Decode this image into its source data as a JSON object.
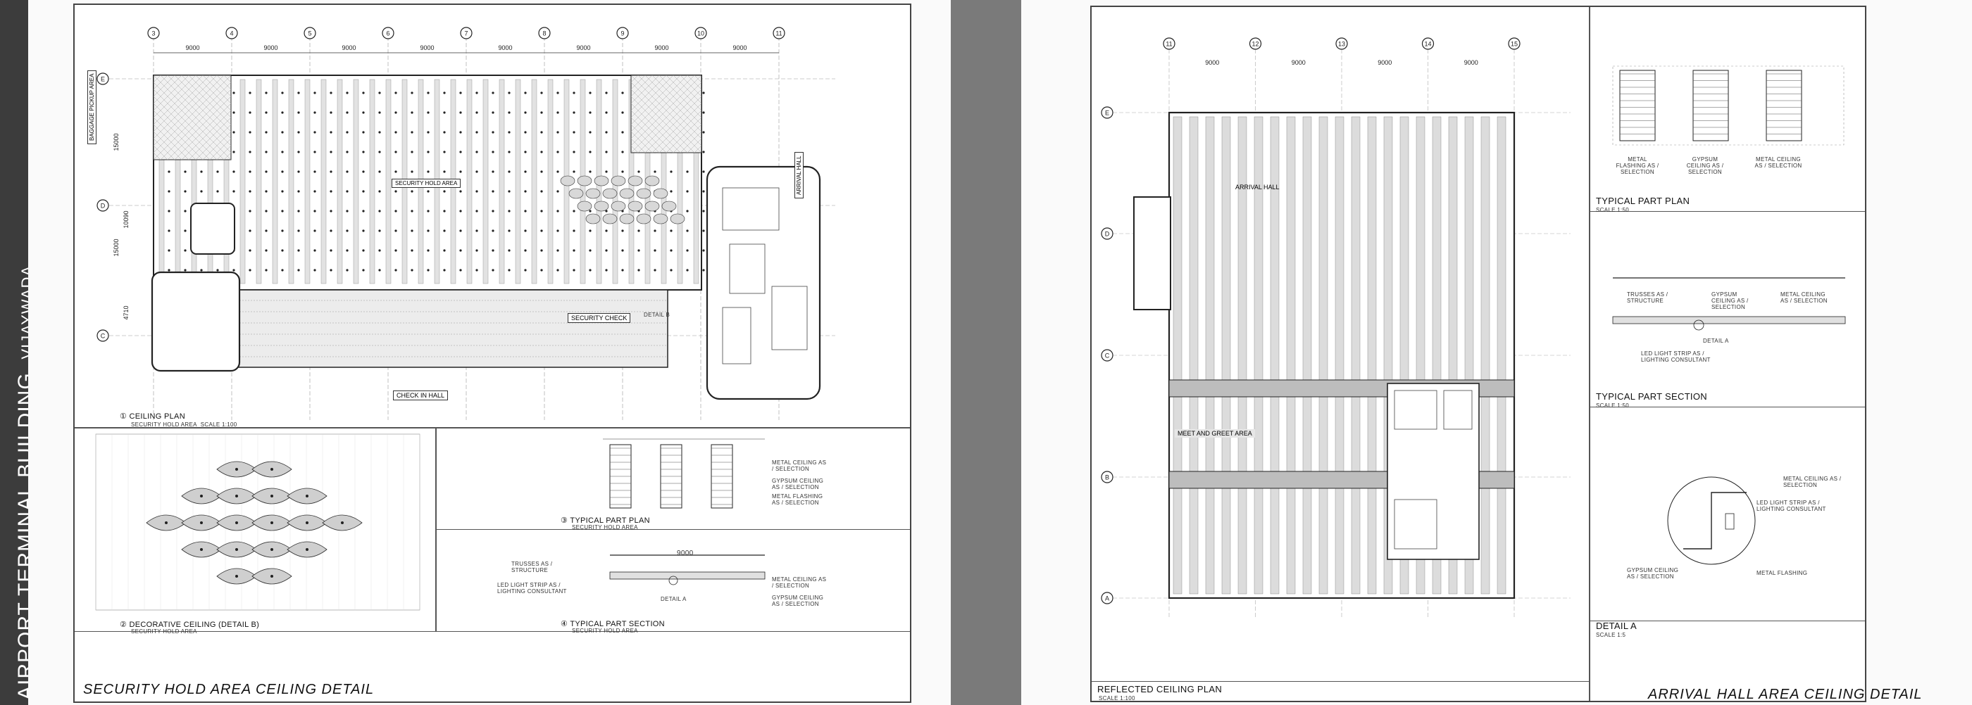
{
  "side_title": {
    "main": "AIRPORT TERMINAL BUILDING",
    "city": "VIJAYWADA"
  },
  "left_sheet": {
    "footer_title": "SECURITY HOLD AREA CEILING DETAIL",
    "plan": {
      "title": "CEILING PLAN",
      "scale": "SCALE 1:100",
      "sub": "SECURITY HOLD AREA",
      "grid_cols": [
        "3",
        "4",
        "5",
        "6",
        "7",
        "8",
        "9",
        "10",
        "11"
      ],
      "grid_rows": [
        "E",
        "D",
        "C"
      ],
      "bay_dim": "9000",
      "left_dims": [
        "15000",
        "10090",
        "15000",
        "4710"
      ],
      "area_labels": [
        "SECURITY HOLD AREA",
        "BAGGAGE PICKUP AREA",
        "ARRIVAL HALL",
        "SECURITY CHECK",
        "CHECK IN HALL",
        "DETAIL B"
      ]
    },
    "detail_b": {
      "title": "DECORATIVE CEILING (DETAIL B)",
      "sub": "SECURITY HOLD AREA",
      "num": "2"
    },
    "typ_plan": {
      "title": "TYPICAL PART PLAN",
      "sub": "SECURITY HOLD AREA",
      "num": "3",
      "notes": [
        "METAL CEILING AS / SELECTION",
        "GYPSUM CEILING AS / SELECTION",
        "METAL FLASHING AS / SELECTION"
      ]
    },
    "typ_section": {
      "title": "TYPICAL PART SECTION",
      "sub": "SECURITY HOLD AREA",
      "num": "4",
      "dim": "9000",
      "notes": [
        "TRUSSES AS / STRUCTURE",
        "LED LIGHT STRIP AS / LIGHTING CONSULTANT",
        "METAL CEILING AS / SELECTION",
        "GYPSUM CEILING AS / SELECTION",
        "DETAIL A"
      ]
    }
  },
  "right_sheet": {
    "footer_left": "REFLECTED CEILING PLAN",
    "footer_scale": "SCALE 1:100",
    "footer_right": "ARRIVAL HALL  AREA CEILING DETAIL",
    "plan": {
      "grid_cols": [
        "11",
        "12",
        "13",
        "14",
        "15"
      ],
      "grid_rows": [
        "E",
        "D",
        "C",
        "B",
        "A"
      ],
      "area_labels": [
        "ARRIVAL HALL",
        "MEET AND GREET AREA"
      ],
      "bay_dim": "9000"
    },
    "typ_plan": {
      "title": "TYPICAL PART PLAN",
      "scale": "SCALE 1:50",
      "notes": [
        "METAL FLASHING AS / SELECTION",
        "GYPSUM CEILING AS / SELECTION",
        "METAL CEILING AS / SELECTION"
      ]
    },
    "typ_section": {
      "title": "TYPICAL PART SECTION",
      "scale": "SCALE 1:50",
      "notes": [
        "TRUSSES AS / STRUCTURE",
        "GYPSUM CEILING AS / SELECTION",
        "METAL CEILING AS / SELECTION",
        "LED LIGHT STRIP AS / LIGHTING CONSULTANT",
        "DETAIL A"
      ]
    },
    "detail_a": {
      "title": "DETAIL A",
      "scale": "SCALE 1:5",
      "notes": [
        "METAL CEILING AS / SELECTION",
        "LED LIGHT STRIP AS / LIGHTING CONSULTANT",
        "GYPSUM CEILING AS / SELECTION",
        "METAL FLASHING"
      ]
    }
  },
  "colors": {
    "strip": "#3c3c3c",
    "gap": "#7a7a7a",
    "ink": "#222222",
    "hatch": "#9a9a9a"
  }
}
